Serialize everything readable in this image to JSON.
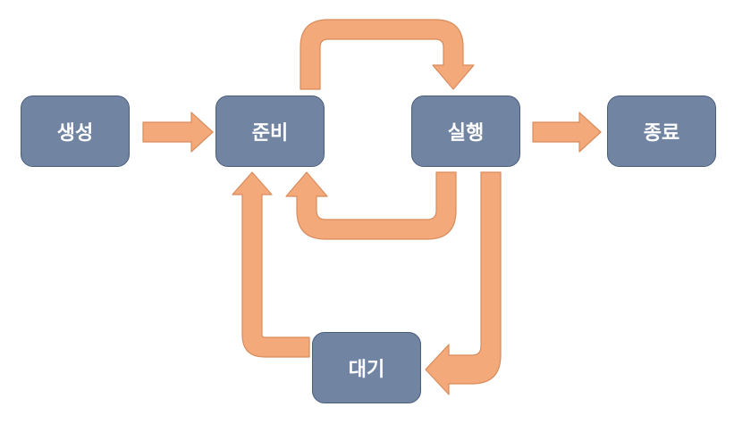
{
  "states": {
    "create": "생성",
    "ready": "준비",
    "running": "실행",
    "terminated": "종료",
    "waiting": "대기"
  },
  "colors": {
    "node_fill": "#7185a3",
    "node_border": "#4a5d7d",
    "node_text": "#ffffff",
    "arrow_fill": "#f4a97a",
    "arrow_stroke": "#d88c5c"
  }
}
